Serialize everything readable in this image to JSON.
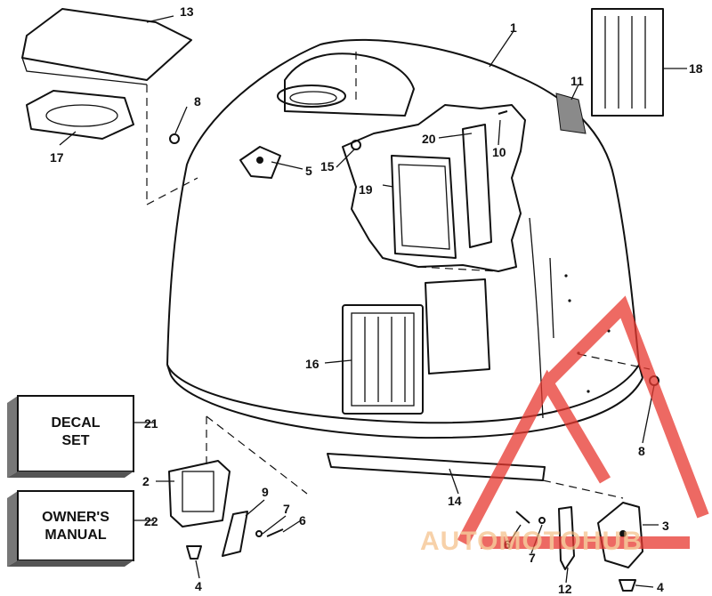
{
  "callouts": [
    {
      "id": "c1",
      "label": "1"
    },
    {
      "id": "c2",
      "label": "2"
    },
    {
      "id": "c3",
      "label": "3"
    },
    {
      "id": "c4a",
      "label": "4"
    },
    {
      "id": "c4b",
      "label": "4"
    },
    {
      "id": "c5",
      "label": "5"
    },
    {
      "id": "c6a",
      "label": "6"
    },
    {
      "id": "c6b",
      "label": "6"
    },
    {
      "id": "c7a",
      "label": "7"
    },
    {
      "id": "c7b",
      "label": "7"
    },
    {
      "id": "c8a",
      "label": "8"
    },
    {
      "id": "c8b",
      "label": "8"
    },
    {
      "id": "c9",
      "label": "9"
    },
    {
      "id": "c10",
      "label": "10"
    },
    {
      "id": "c11",
      "label": "11"
    },
    {
      "id": "c12",
      "label": "12"
    },
    {
      "id": "c13",
      "label": "13"
    },
    {
      "id": "c14",
      "label": "14"
    },
    {
      "id": "c15",
      "label": "15"
    },
    {
      "id": "c16",
      "label": "16"
    },
    {
      "id": "c17",
      "label": "17"
    },
    {
      "id": "c18",
      "label": "18"
    },
    {
      "id": "c19",
      "label": "19"
    },
    {
      "id": "c20",
      "label": "20"
    },
    {
      "id": "c21",
      "label": "21"
    },
    {
      "id": "c22",
      "label": "22"
    }
  ],
  "boxes": {
    "decal": {
      "line1": "DECAL",
      "line2": "SET"
    },
    "manual": {
      "line1": "OWNER'S",
      "line2": "MANUAL"
    }
  },
  "watermark": {
    "text": "AUTOMOTOHUB",
    "color": "#e8382f"
  }
}
